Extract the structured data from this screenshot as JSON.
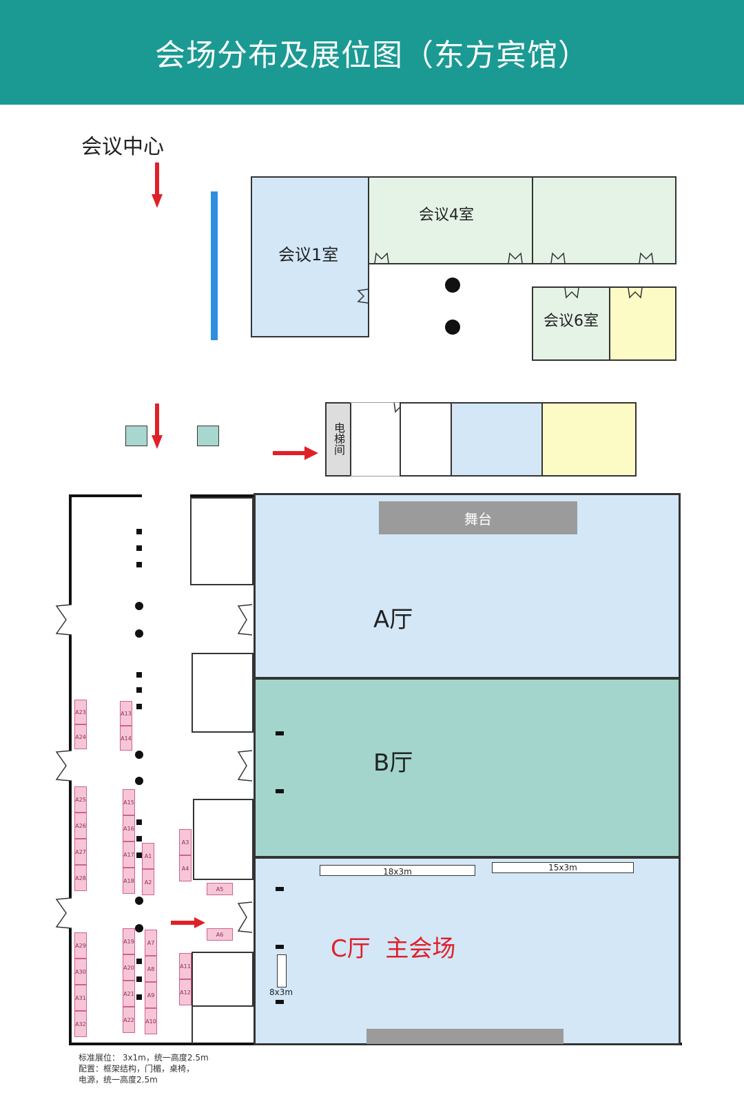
{
  "title": "会场分布及展位图（东方宾馆）",
  "labels": {
    "conference_center": "会议中心",
    "room1": "会议1室",
    "room4": "会议4室",
    "room6": "会议6室",
    "elevator": "电梯间",
    "stage": "舞台",
    "hall_a": "A厅",
    "hall_b": "B厅",
    "hall_c": "C厅  主会场",
    "screen1": "18x3m",
    "screen2": "15x3m",
    "screen3": "8x3m"
  },
  "notes": {
    "line1": "标准展位：  3x1m，统一高度2.5m",
    "line2": "配置：框架结构，门楣，桌椅，",
    "line3": "电源，统一高度2.5m"
  },
  "booths": {
    "A1": "A1",
    "A2": "A2",
    "A3": "A3",
    "A4": "A4",
    "A5": "A5",
    "A6": "A6",
    "A7": "A7",
    "A8": "A8",
    "A9": "A9",
    "A10": "A10",
    "A11": "A11",
    "A12": "A12",
    "A13": "A13",
    "A14": "A14",
    "A15": "A15",
    "A16": "A16",
    "A17": "A17",
    "A18": "A18",
    "A19": "A19",
    "A20": "A20",
    "A21": "A21",
    "A22": "A22",
    "A23": "A23",
    "A24": "A24",
    "A25": "A25",
    "A26": "A26",
    "A27": "A27",
    "A28": "A28",
    "A29": "A29",
    "A30": "A30",
    "A31": "A31",
    "A32": "A32"
  },
  "colors": {
    "banner": "#1a9a93",
    "arrow": "#e02028",
    "blue_bar": "#2e8fe0",
    "hall_blue": "#d3e7f7",
    "hall_teal": "#a3d5cc",
    "room_green": "#e5f3e7",
    "room_yellow": "#fdfbc5",
    "booth_pink": "#f6c6d8",
    "main_hall_text": "#e02028"
  },
  "icons": {
    "arrow": "red-arrow-icon",
    "door": "door-icon"
  }
}
